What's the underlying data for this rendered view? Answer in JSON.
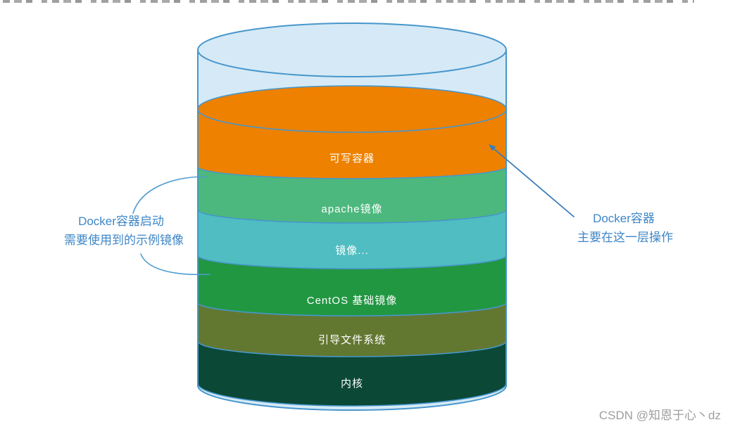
{
  "diagram": {
    "title_hidden": "",
    "glass_color": "#D5EAF6",
    "outline_color": "#4796CC",
    "label_color": "#FFFFFF",
    "layers": [
      {
        "label": "可写容器",
        "color": "#EE8100"
      },
      {
        "label": "apache镜像",
        "color": "#4CB87D"
      },
      {
        "label": "镜像...",
        "color": "#4FBDC1"
      },
      {
        "label": "CentOS 基础镜像",
        "color": "#219742"
      },
      {
        "label": "引导文件系统",
        "color": "#627831"
      },
      {
        "label": "内核",
        "color": "#0B4836"
      }
    ]
  },
  "annotations": {
    "left": {
      "line1": "Docker容器启动",
      "line2": "需要使用到的示例镜像",
      "color": "#3E86C6"
    },
    "right": {
      "line1": "Docker容器",
      "line2": "主要在这一层操作",
      "color": "#3E86C6"
    },
    "brace_color": "#4E9CD0",
    "arrow_color": "#3C7CB8"
  },
  "watermark": {
    "text": "CSDN @知恩于心丶dz",
    "color": "#9E9E9E"
  }
}
